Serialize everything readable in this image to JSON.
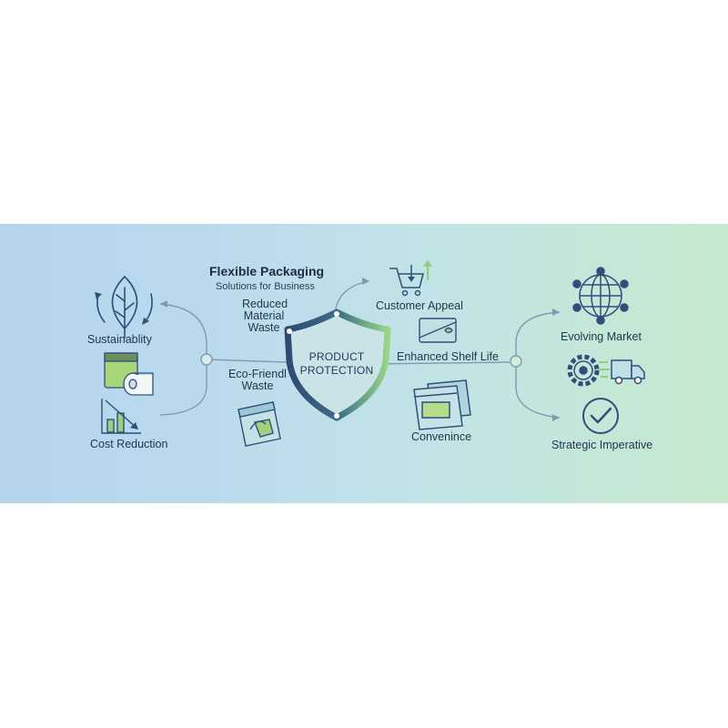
{
  "header": {
    "title": "Flexible Packaging",
    "subtitle": "Solutions for Business"
  },
  "left": {
    "sustainability": "Sustainablity",
    "cost_reduction": "Cost Reduction"
  },
  "center": {
    "reduced_waste": [
      "Reduced",
      "Material",
      "Waste"
    ],
    "eco_friendly": [
      "Eco-Friendl",
      "Waste"
    ],
    "shield": [
      "PRODUCT",
      "PROTECTION"
    ]
  },
  "right_inner": {
    "customer_appeal": "Customer Appeal",
    "enhanced_shelf_life": "Enhanced Shelf Life",
    "convenience": "Convenince"
  },
  "right": {
    "evolving_market": "Evolving Market",
    "strategic_imperative": "Strategic Imperative"
  },
  "colors": {
    "navy": "#2f4f7a",
    "green": "#8fcf7a",
    "line": "#7f9bb0"
  },
  "icons": [
    "leaf-icon",
    "packaging-roll-icon",
    "declining-chart-icon",
    "shopping-cart-icon",
    "shelf-life-package-icon",
    "pouch-icon",
    "eco-bag-icon",
    "shield-icon",
    "global-network-icon",
    "gear-truck-icon",
    "checkmark-circle-icon"
  ]
}
